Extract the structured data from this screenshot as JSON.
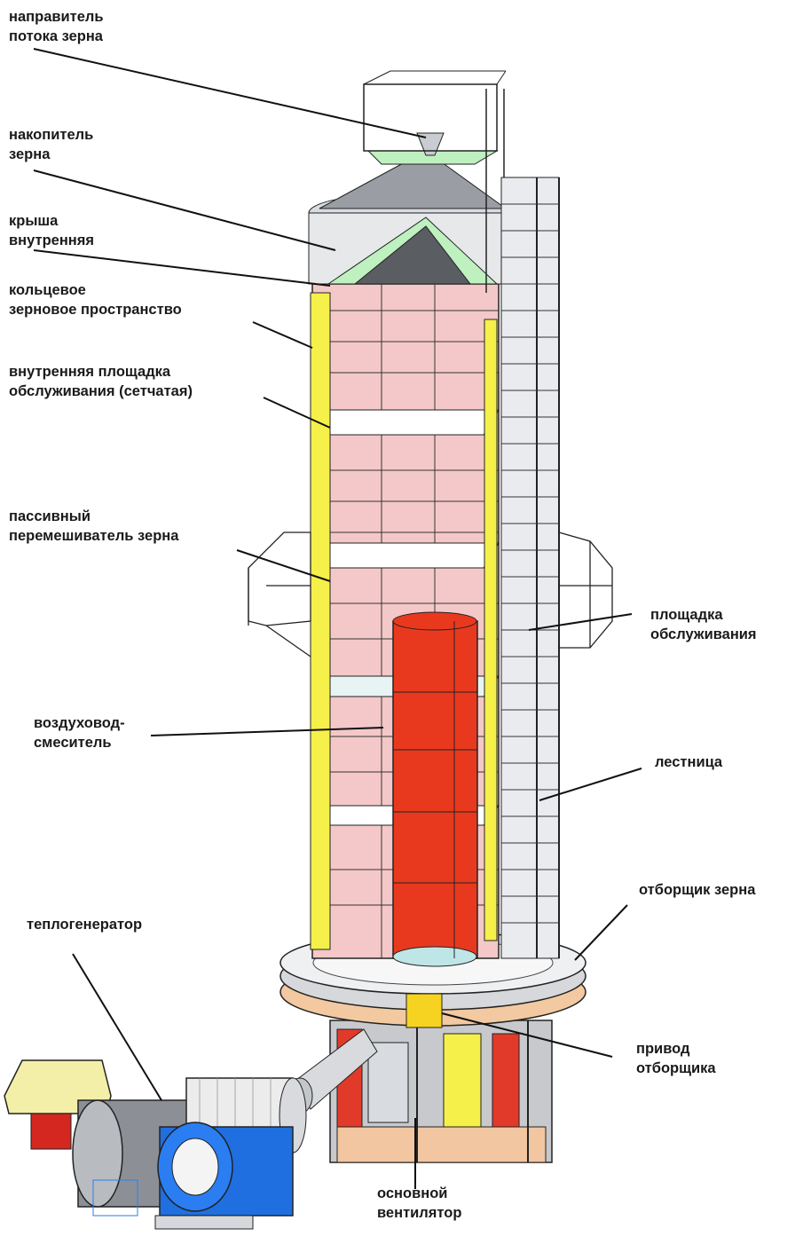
{
  "labels": {
    "flow_guide": [
      "направитель",
      "потока зерна"
    ],
    "grain_accumulator": [
      "накопитель",
      "зерна"
    ],
    "inner_roof": [
      "крыша",
      "внутренняя"
    ],
    "annular_space": [
      "кольцевое",
      "зерновое пространство"
    ],
    "inner_platform": [
      "внутренняя  площадка",
      "обслуживания (сетчатая)"
    ],
    "passive_mixer": [
      "пассивный",
      "перемешиватель зерна"
    ],
    "service_platform": [
      "площадка",
      "обслуживания"
    ],
    "air_duct": [
      "воздуховод-",
      "смеситель"
    ],
    "ladder": [
      "лестница"
    ],
    "grain_sampler": [
      "отборщик зерна"
    ],
    "heat_generator": [
      "теплогенератор"
    ],
    "sampler_drive": [
      "привод",
      "отборщика"
    ],
    "main_fan": [
      "основной",
      "вентилятор"
    ]
  },
  "colors": {
    "grain_ring": "#f4c8c8",
    "air_duct": "#e8391f",
    "column_yellow": "#f6f04a",
    "fan_blue": "#1f6fe0",
    "burner_box": "#f3efa8",
    "roof_green": "#bff0c0",
    "frame": "#222222"
  }
}
